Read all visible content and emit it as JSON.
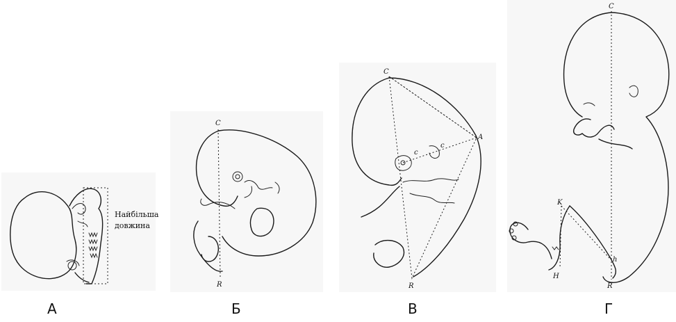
{
  "panels": [
    {
      "caption": "А",
      "annotation": [
        "Найбільша",
        "довжина"
      ]
    },
    {
      "caption": "Б",
      "point_labels": {
        "C": "C",
        "R": "R"
      }
    },
    {
      "caption": "В",
      "point_labels": {
        "C": "C",
        "A": "A",
        "R": "R",
        "c": "c"
      }
    },
    {
      "caption": "Г",
      "point_labels": {
        "C": "C",
        "R": "R",
        "K": "K",
        "H": "H",
        "h": "h"
      }
    }
  ]
}
